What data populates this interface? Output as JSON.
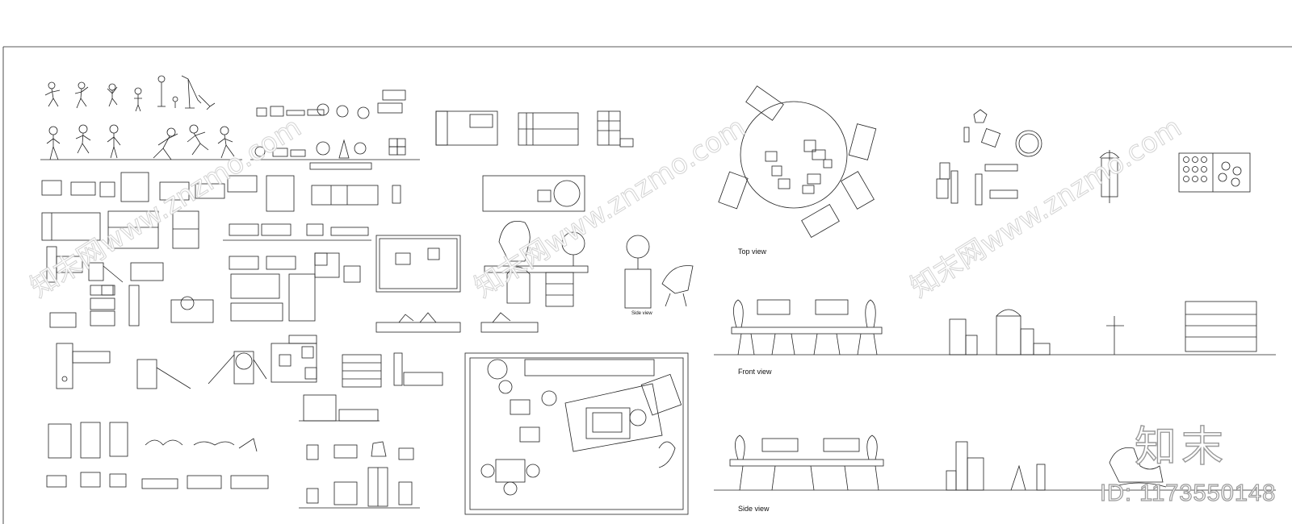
{
  "view_labels": {
    "top": "Top view",
    "front": "Front view",
    "side": "Side view",
    "side_small": "Side view"
  },
  "watermark": {
    "brand_text": "知末",
    "id_text": "ID: 1173550148",
    "diagonal_text": "知末网www.znzmo.com"
  },
  "colors": {
    "line": "#222222",
    "watermark": "#c8c8c8"
  }
}
